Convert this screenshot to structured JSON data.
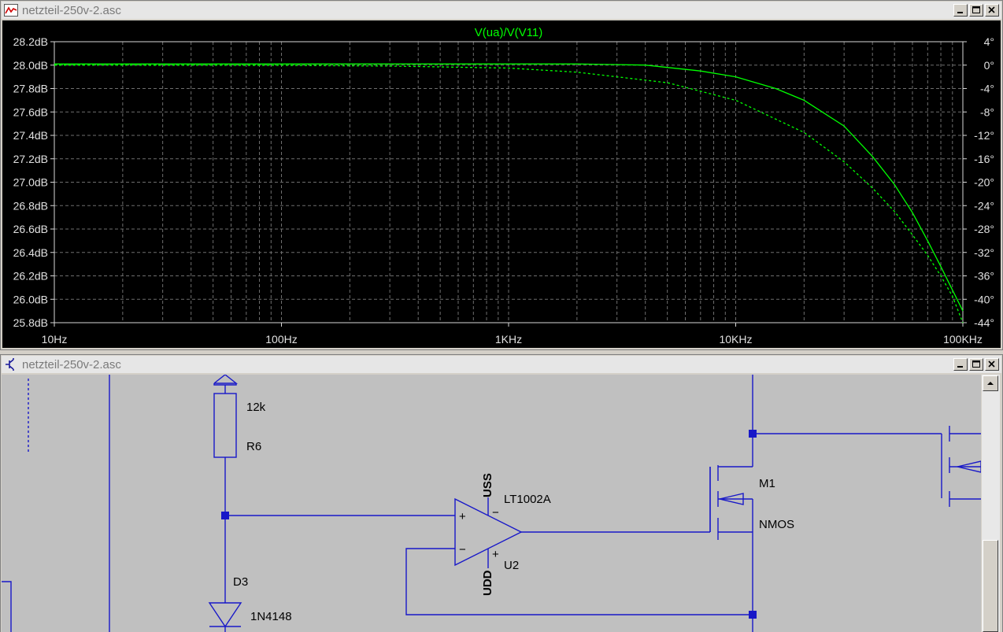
{
  "plot_window": {
    "title": "netzteil-250v-2.asc",
    "trace_label": "V(ua)/V(V11)",
    "y_left_ticks": [
      "28.2dB",
      "28.0dB",
      "27.8dB",
      "27.6dB",
      "27.4dB",
      "27.2dB",
      "27.0dB",
      "26.8dB",
      "26.6dB",
      "26.4dB",
      "26.2dB",
      "26.0dB",
      "25.8dB"
    ],
    "y_right_ticks": [
      "4°",
      "0°",
      "-4°",
      "-8°",
      "-12°",
      "-16°",
      "-20°",
      "-24°",
      "-28°",
      "-32°",
      "-36°",
      "-40°",
      "-44°"
    ],
    "x_ticks": [
      "10Hz",
      "100Hz",
      "1KHz",
      "10KHz",
      "100KHz"
    ]
  },
  "chart_data": {
    "type": "line",
    "x_scale": "log",
    "xlim": [
      10,
      100000
    ],
    "ylim_left": [
      25.8,
      28.2
    ],
    "ylim_right": [
      -44,
      4
    ],
    "grid": true,
    "series": [
      {
        "name": "V(ua)/V(V11)",
        "axis": "left",
        "style": "solid",
        "color": "#00ff00",
        "x": [
          10,
          100,
          1000,
          2000,
          4000,
          7000,
          10000,
          15000,
          20000,
          30000,
          40000,
          50000,
          60000,
          70000,
          80000,
          90000,
          100000
        ],
        "y": [
          28.01,
          28.01,
          28.01,
          28.01,
          28.0,
          27.95,
          27.9,
          27.8,
          27.7,
          27.48,
          27.22,
          26.98,
          26.74,
          26.5,
          26.28,
          26.08,
          25.9
        ]
      },
      {
        "axis": "right",
        "style": "dashed",
        "color": "#00ff00",
        "x": [
          10,
          100,
          300,
          1000,
          2000,
          5000,
          10000,
          20000,
          30000,
          40000,
          50000,
          60000,
          70000,
          80000,
          90000,
          100000
        ],
        "y": [
          0,
          -0.05,
          -0.15,
          -0.5,
          -1.2,
          -3,
          -6,
          -11.5,
          -16.5,
          -21,
          -25,
          -29,
          -32.5,
          -36,
          -39.5,
          -44
        ]
      }
    ]
  },
  "schematic_window": {
    "title": "netzteil-250v-2.asc",
    "labels": {
      "r_value": "12k",
      "r_name": "R6",
      "opamp_part": "LT1002A",
      "opamp_name": "U2",
      "uss": "USS",
      "udd": "UDD",
      "m_name": "M1",
      "m_type": "NMOS",
      "d_name": "D3",
      "d_part": "1N4148",
      "plus1": "+",
      "minus1": "−",
      "plus2": "+",
      "minus2": "−"
    }
  },
  "colors": {
    "plot_bg": "#000000",
    "trace": "#00ff00",
    "grid": "#6e6e6e",
    "wire": "#1818c8",
    "schematic_bg": "#c0c0c0"
  }
}
